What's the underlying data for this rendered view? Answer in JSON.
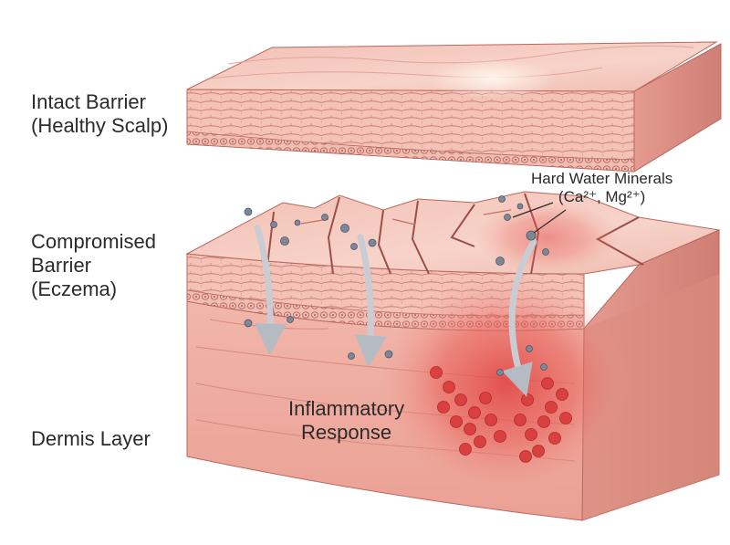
{
  "labels": {
    "intact_line1": "Intact Barrier",
    "intact_line2": "(Healthy Scalp)",
    "compromised_line1": "Compromised",
    "compromised_line2": "Barrier",
    "compromised_line3": "(Eczema)",
    "dermis": "Dermis Layer",
    "minerals_line1": "Hard Water Minerals",
    "minerals_line2": "(Ca²⁺, Mg²⁺)",
    "inflammatory_line1": "Inflammatory",
    "inflammatory_line2": "Response"
  },
  "colors": {
    "skin_light": "#f7cfc4",
    "skin_mid": "#eba79c",
    "skin_edge": "#b8675f",
    "inflammation": "#e0403f",
    "mineral": "#7d8797",
    "arrow": "#c9cdd3",
    "text": "#2b2b2b"
  }
}
